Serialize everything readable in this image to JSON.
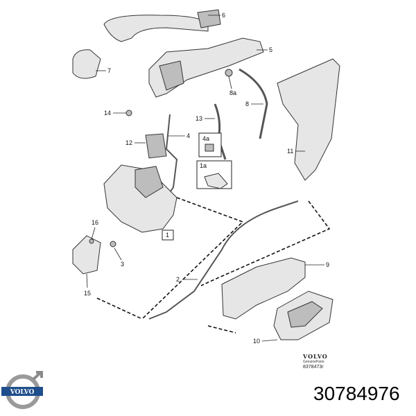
{
  "diagram": {
    "callouts": [
      "6",
      "5",
      "7",
      "8a",
      "8",
      "14",
      "13",
      "4",
      "4a",
      "12",
      "11",
      "1a",
      "1",
      "16",
      "3",
      "9",
      "2",
      "15",
      "10"
    ],
    "brand_mark": "VOLVO",
    "genuine_parts": "GenuineParts",
    "drawing_ref": "8378473r"
  },
  "logo": {
    "text": "VOLVO",
    "colors": {
      "ring": "#9a9a9a",
      "band": "#1f4e8c"
    }
  },
  "part_number": "30784976"
}
